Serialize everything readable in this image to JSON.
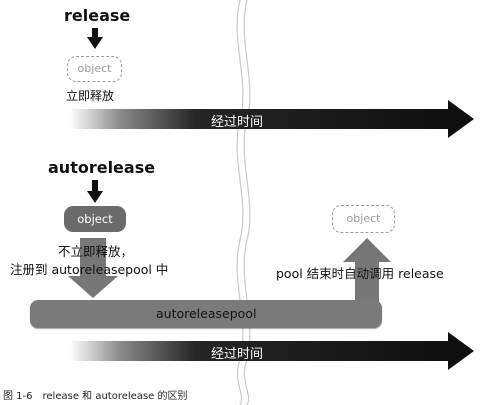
{
  "top": {
    "method_label": "release",
    "object_label": "object",
    "note": "立即释放"
  },
  "timeline": {
    "label": "经过时间"
  },
  "bottom": {
    "method_label": "autorelease",
    "object_label": "object",
    "note_line1": "不立即释放，",
    "note_line2": "注册到 autoreleasepool 中",
    "pool_label": "autoreleasepool",
    "pool_end_note": "pool 结束时自动调用 release",
    "released_object_label": "object"
  },
  "caption": "图 1-6　release 和 autorelease 的区别",
  "colors": {
    "timeline_dark": "#0f0f0f",
    "pool": "#7a7a7a",
    "arrow_gray": "#777777",
    "object_fill": "#6b6b6b"
  }
}
